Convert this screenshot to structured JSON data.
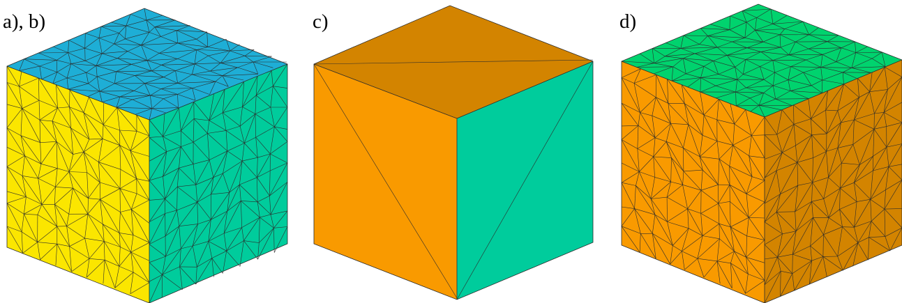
{
  "panels": [
    {
      "label": "a), b)",
      "mesh": "fine",
      "colors": {
        "top": "#1eaed6",
        "left": "#fbe600",
        "right": "#00cc9c"
      }
    },
    {
      "label": "c)",
      "mesh": "coarse",
      "colors": {
        "top": "#d38400",
        "left": "#f99a00",
        "right": "#00cc9c"
      }
    },
    {
      "label": "d)",
      "mesh": "fine",
      "colors": {
        "top": "#00d36e",
        "left": "#f99a00",
        "right": "#d38400"
      }
    }
  ],
  "colors": {
    "mesh_line": "#2b2b2b",
    "background": "#ffffff"
  }
}
